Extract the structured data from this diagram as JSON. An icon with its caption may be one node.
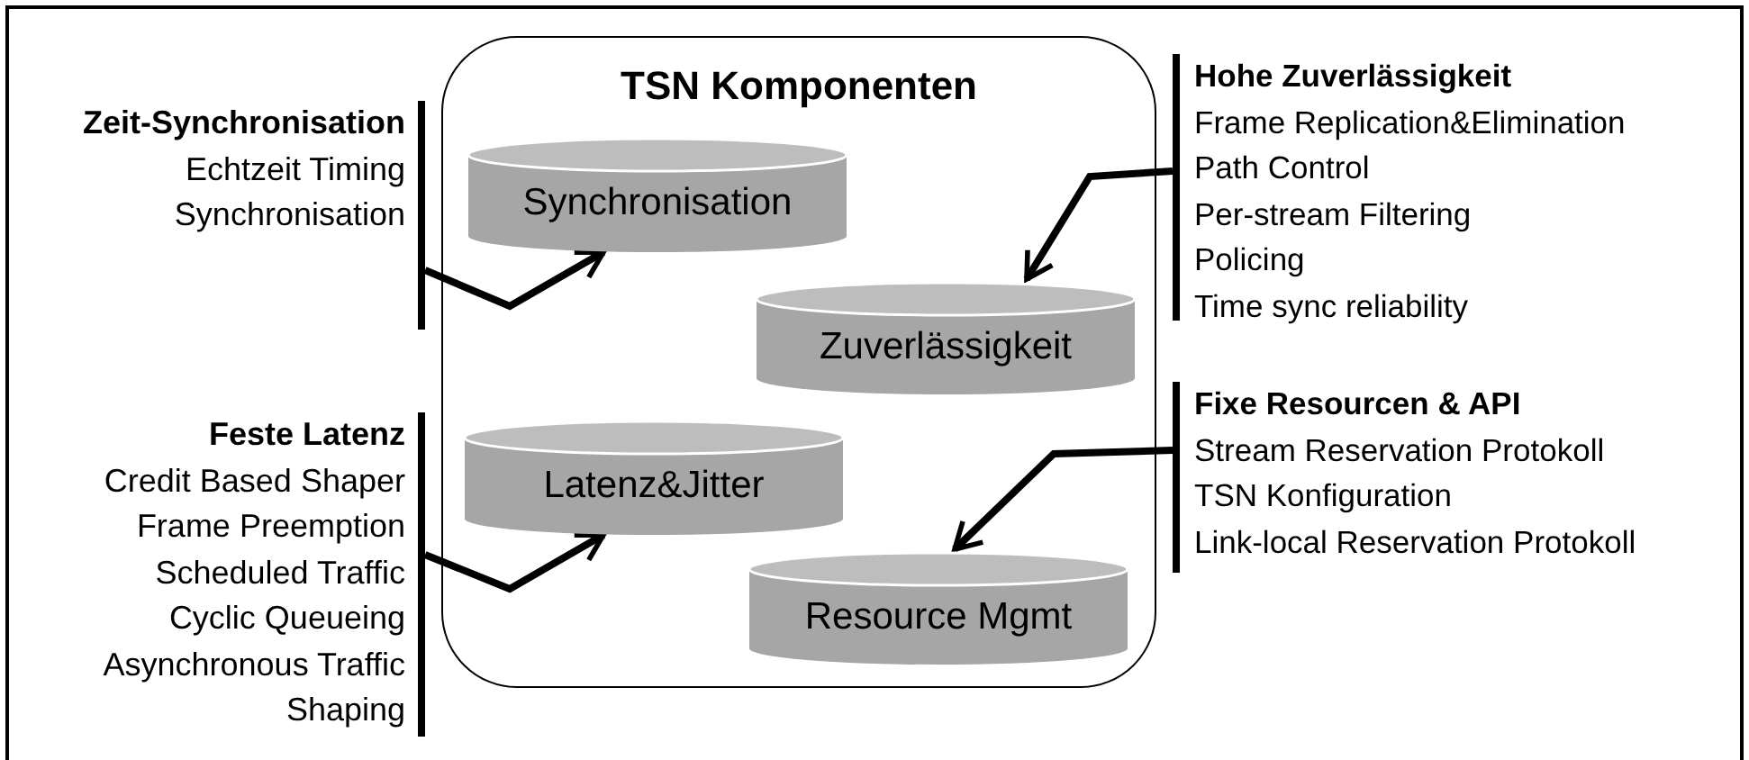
{
  "diagram": {
    "nodes": [
      {
        "text": [
          "TSN Komponenten"
        ]
      },
      {
        "text": [
          "Synchronisation"
        ],
        "in": 0
      },
      {
        "text": [
          "Zuverlässigkeit"
        ],
        "in": 0
      },
      {
        "text": [
          "Latenz&Jitter"
        ],
        "in": 0
      },
      {
        "text": [
          "Resource Mgmt"
        ],
        "in": 0
      },
      {
        "text": [
          "Zeit-Synchronisation",
          "Echtzeit Timing",
          "Synchronisation"
        ]
      },
      {
        "text": [
          "Feste Latenz",
          "Credit Based Shaper",
          "Frame Preemption",
          "Scheduled Traffic",
          "Cyclic Queueing",
          "Asynchronous Traffic Shaping"
        ]
      },
      {
        "text": [
          "Hohe Zuverlässigkeit",
          "Frame Replication&Elimination",
          "Path Control",
          "Per-stream Filtering",
          "Policing",
          "Time sync reliability"
        ]
      },
      {
        "text": [
          "Fixe Resourcen & API",
          "Stream Reservation Protokoll",
          "TSN Konfiguration",
          "Link-local Reservation Protokoll"
        ]
      }
    ],
    "edges": [
      {
        "from": 5,
        "to": 1,
        "arrow": "to"
      },
      {
        "from": 6,
        "to": 3,
        "arrow": "to"
      },
      {
        "from": 7,
        "to": 2,
        "arrow": "to"
      },
      {
        "from": 8,
        "to": 4,
        "arrow": "to"
      }
    ]
  }
}
